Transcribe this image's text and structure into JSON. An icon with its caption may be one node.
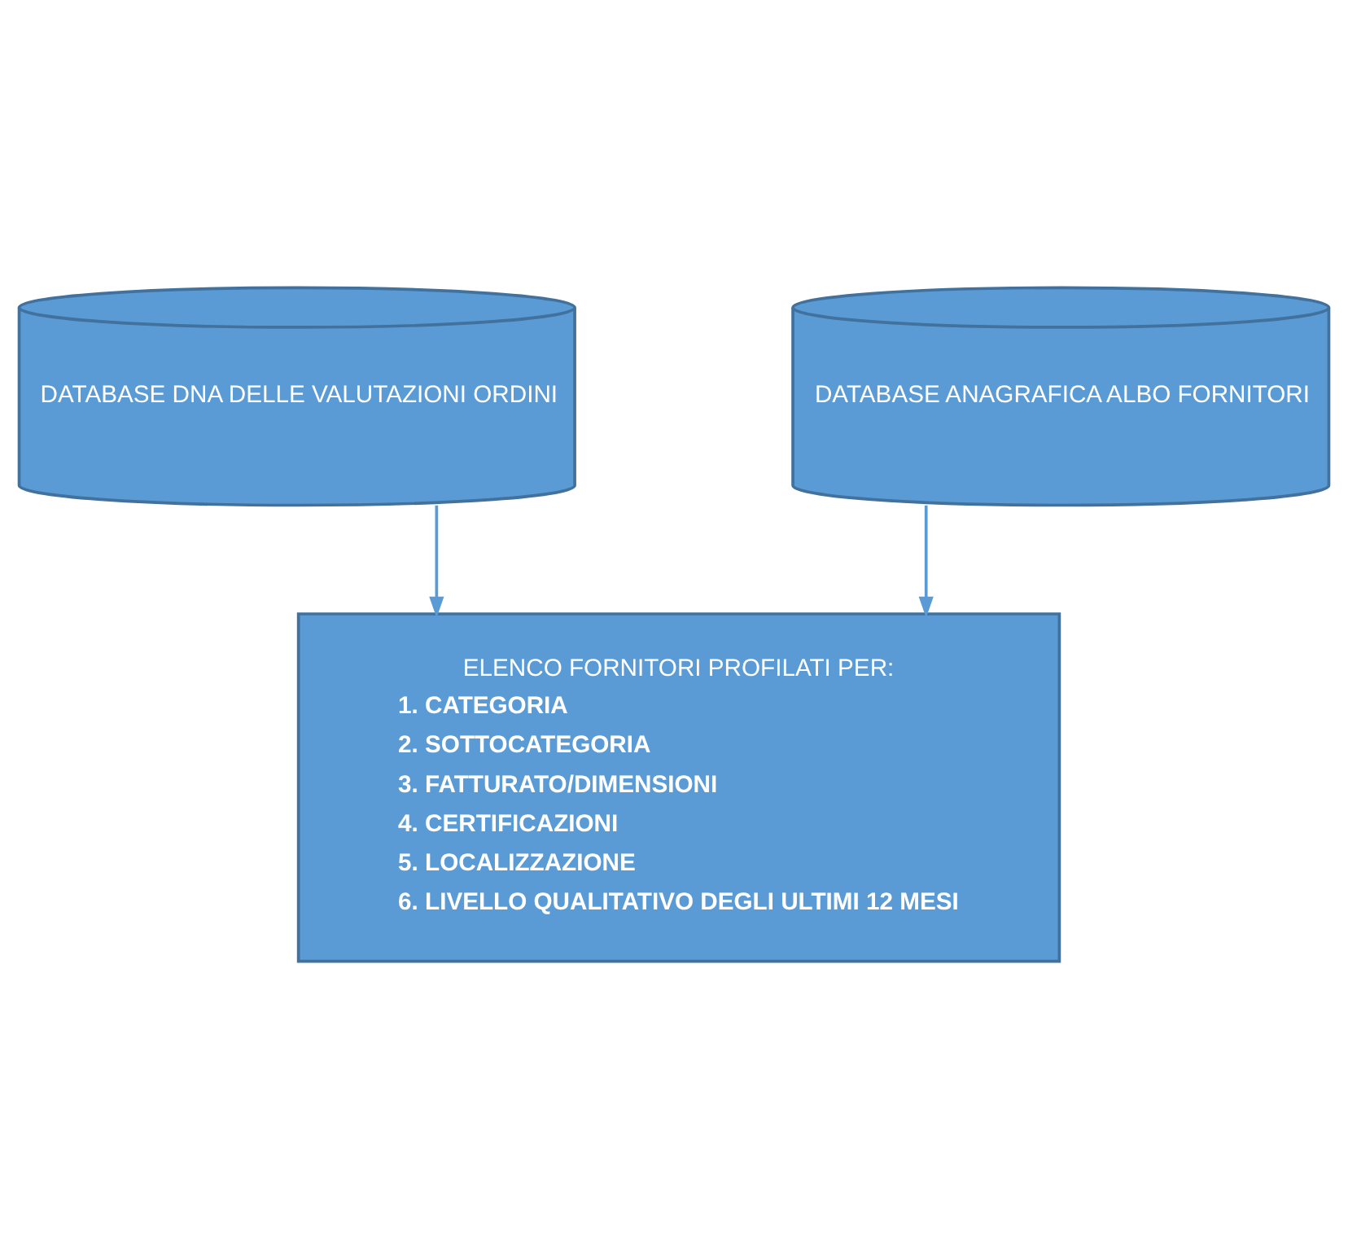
{
  "diagram": {
    "nodes": [
      {
        "text": [
          "DATABASE DNA DELLE VALUTAZIONI ORDINI"
        ]
      },
      {
        "text": [
          "DATABASE ANAGRAFICA ALBO FORNITORI"
        ]
      },
      {
        "text": [
          "ELENCO FORNITORI PROFILATI PER:",
          "1. CATEGORIA",
          "2. SOTTOCATEGORIA",
          "3. FATTURATO/DIMENSIONI",
          "4. CERTIFICAZIONI",
          "5. LOCALIZZAZIONE",
          "6. LIVELLO QUALITATIVO DEGLI ULTIMI 12 MESI"
        ]
      }
    ],
    "edges": [
      {
        "from": 0,
        "to": 2,
        "arrow": "to"
      },
      {
        "from": 1,
        "to": 2,
        "arrow": "to"
      }
    ]
  }
}
